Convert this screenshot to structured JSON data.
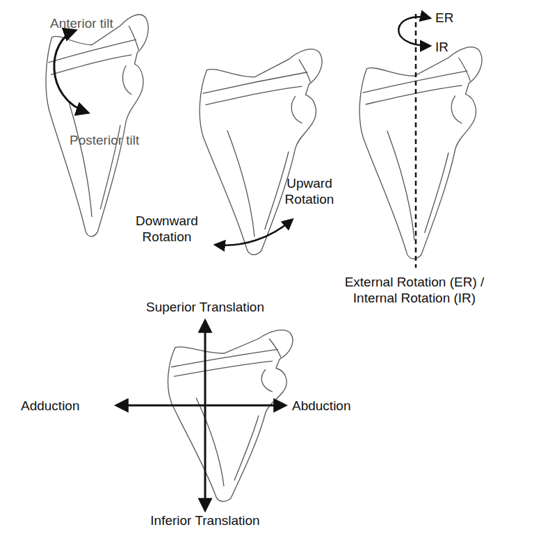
{
  "diagram": {
    "labels": [
      "Anterior tilt",
      "Posterior tilt",
      "Upward Rotation",
      "Downward Rotation",
      "ER",
      "IR",
      "External Rotation (ER) / Internal Rotation (IR)",
      "Superior Translation",
      "Adduction",
      "Abduction",
      "Inferior Translation"
    ]
  }
}
